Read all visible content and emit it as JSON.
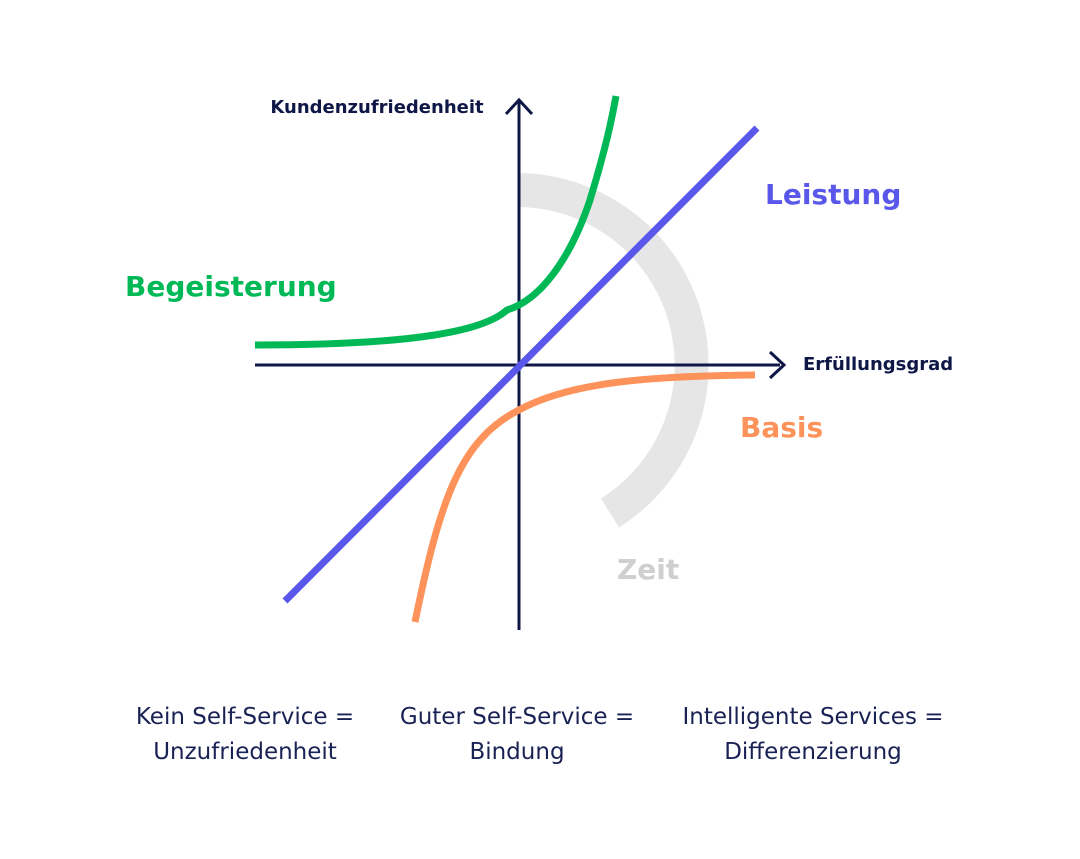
{
  "colors": {
    "axis": "#0f1747",
    "begeisterung": "#00b956",
    "leistung": "#5a58ea",
    "basis": "#fd935a",
    "zeit_arc": "#e6e6e6",
    "zeit_label": "#cfcfcf",
    "caption": "#1a2254"
  },
  "diagram": {
    "y_axis_label": "Kundenzufriedenheit",
    "x_axis_label": "Erfüllungsgrad",
    "curves": {
      "begeisterung": "Begeisterung",
      "leistung": "Leistung",
      "basis": "Basis"
    },
    "time_label": "Zeit"
  },
  "captions": [
    {
      "line1": "Kein Self-Service =",
      "line2": "Unzufriedenheit"
    },
    {
      "line1": "Guter Self-Service =",
      "line2": "Bindung"
    },
    {
      "line1": "Intelligente Services =",
      "line2": "Differenzierung"
    }
  ]
}
